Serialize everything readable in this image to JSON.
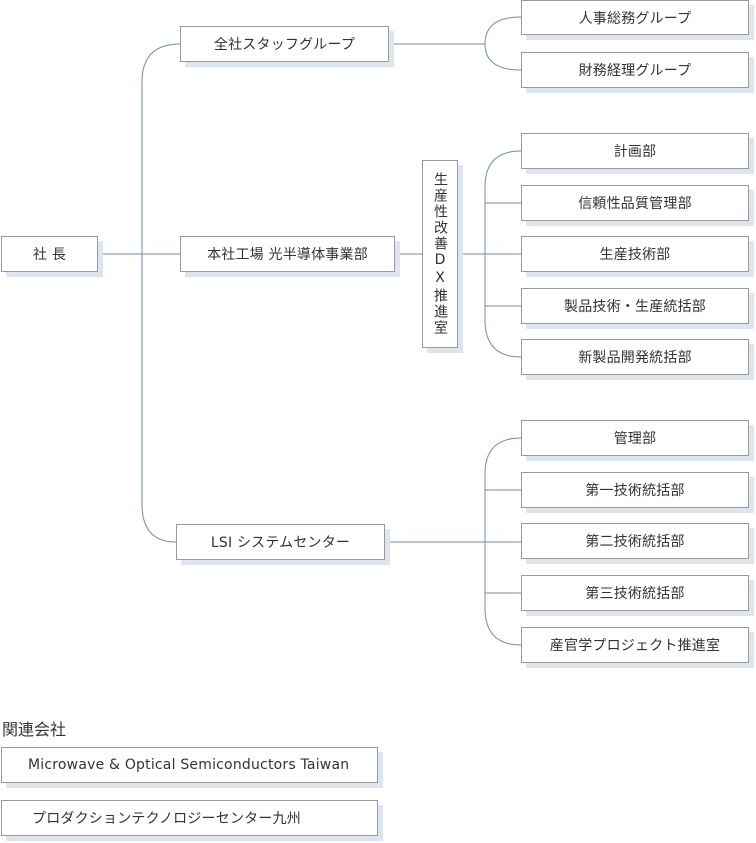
{
  "colors": {
    "line": "#6f8db3",
    "box_border": "#9a9a9a",
    "box_shadow": "#dde5f0",
    "text": "#333333"
  },
  "org": {
    "president": "社 長",
    "branches": [
      {
        "label": "全社スタッフグループ",
        "children": [
          "人事総務グループ",
          "財務経理グループ"
        ]
      },
      {
        "label": "本社工場 光半導体事業部",
        "intermediate": "生産性改善DX推進室",
        "children": [
          "計画部",
          "信頼性品質管理部",
          "生産技術部",
          "製品技術・生産統括部",
          "新製品開発統括部"
        ]
      },
      {
        "label": "LSI システムセンター",
        "children": [
          "管理部",
          "第一技術統括部",
          "第二技術統括部",
          "第三技術統括部",
          "産官学プロジェクト推進室"
        ]
      }
    ]
  },
  "affiliates": {
    "title": "関連会社",
    "items": [
      "Microwave & Optical Semiconductors Taiwan",
      "プロダクションテクノロジーセンター九州"
    ]
  }
}
